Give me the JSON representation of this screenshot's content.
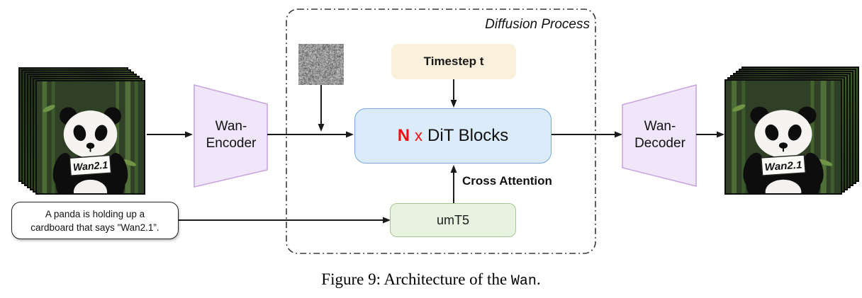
{
  "figure": {
    "caption_prefix": "Figure 9: Architecture of the ",
    "caption_code": "Wan",
    "caption_suffix": "."
  },
  "input": {
    "frames_sign": "Wan2.1",
    "prompt_line1": "A panda is holding up a",
    "prompt_line2": "cardboard that says \"Wan2.1”."
  },
  "output": {
    "frames_sign": "Wan2.1"
  },
  "encoder": {
    "line1": "Wan-",
    "line2": "Encoder"
  },
  "decoder": {
    "line1": "Wan-",
    "line2": "Decoder"
  },
  "diffusion": {
    "title": "Diffusion Process",
    "timestep_label": "Timestep t",
    "dit_n": "N",
    "dit_times": "x",
    "dit_label": "DiT Blocks",
    "cross_attention_label": "Cross Attention",
    "umt5_label": "umT5"
  },
  "colors": {
    "vae_fill": "#EFE6FA",
    "vae_border": "#C9A2DF",
    "dit_fill": "#DCEBF9",
    "dit_border": "#74A9DD",
    "timestep_fill": "#FAF0DB",
    "umt5_fill": "#E8F2E1",
    "umt5_border": "#A6C791",
    "n_red": "#F50D0D",
    "arrow": "#1a1a1a"
  }
}
